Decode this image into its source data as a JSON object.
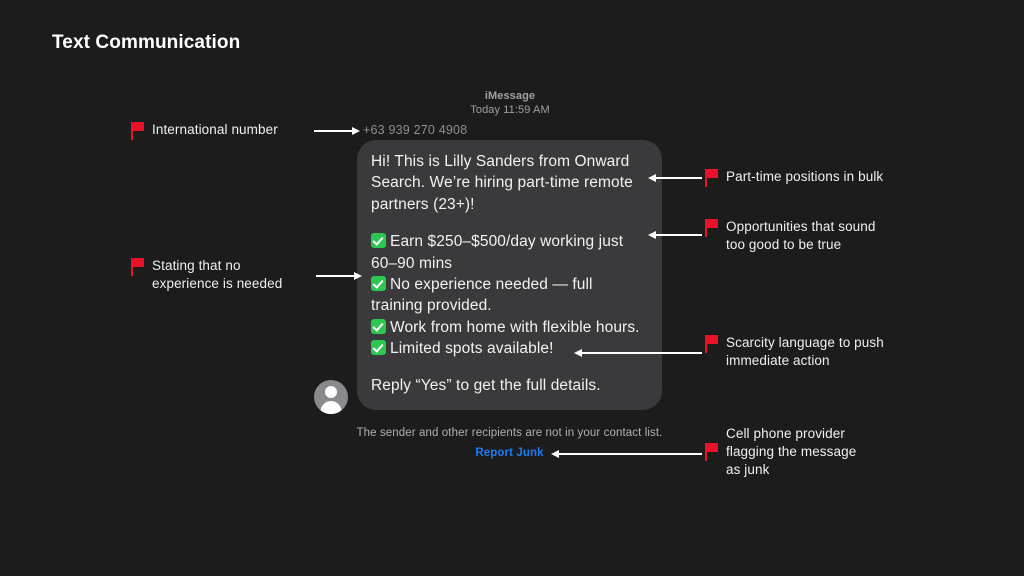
{
  "page": {
    "title": "Text Communication",
    "background_color": "#1c1c1c",
    "flag_color": "#e8132a",
    "link_color": "#1a7cf5",
    "bubble_color": "#3a3a3c",
    "check_color": "#2dc653"
  },
  "conversation": {
    "service": "iMessage",
    "timestamp": "Today 11:59 AM",
    "sender_number": "+63 939 270 4908",
    "message": {
      "intro": "Hi! This is Lilly Sanders from Onward Search. We’re hiring part-time remote partners (23+)!",
      "bullets": [
        "Earn $250–$500/day working just 60–90 mins",
        "No experience needed — full training provided.",
        "Work from home with flexible hours.",
        "Limited spots available!"
      ],
      "closing": "Reply “Yes” to get the full details."
    },
    "footer": {
      "contact_note": "The sender and other recipients are not in your contact list.",
      "report_junk_label": "Report Junk"
    },
    "avatar_label": "contact-avatar"
  },
  "annotations": {
    "left": [
      {
        "id": "international-number",
        "text": "International number"
      },
      {
        "id": "no-experience",
        "text": "Stating that no\nexperience is needed"
      }
    ],
    "right": [
      {
        "id": "part-time-bulk",
        "text": "Part-time positions in bulk"
      },
      {
        "id": "too-good-to-be-true",
        "text": "Opportunities that sound\ntoo good to be true"
      },
      {
        "id": "scarcity-language",
        "text": "Scarcity language to push\nimmediate action"
      },
      {
        "id": "provider-flagging",
        "text": "Cell phone provider\nflagging the message\nas junk"
      }
    ]
  }
}
